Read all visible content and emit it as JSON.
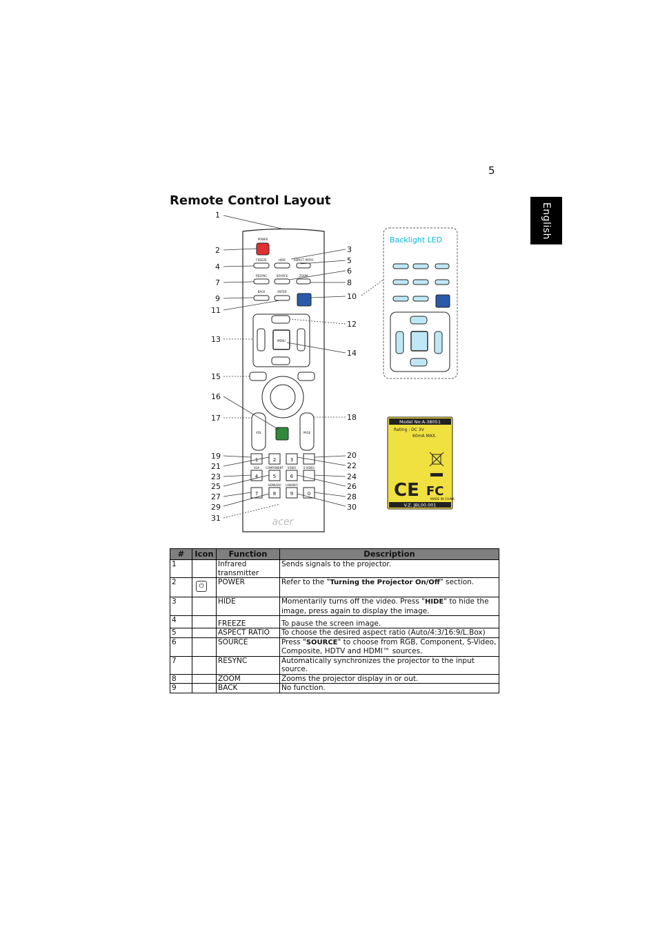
{
  "page": {
    "number": "5",
    "language_tab": "English",
    "title": "Remote Control Layout"
  },
  "figure": {
    "callouts": [
      "1",
      "2",
      "3",
      "4",
      "5",
      "6",
      "7",
      "8",
      "9",
      "10",
      "11",
      "12",
      "13",
      "14",
      "15",
      "16",
      "17",
      "18",
      "19",
      "20",
      "21",
      "22",
      "23",
      "24",
      "25",
      "26",
      "27",
      "28",
      "29",
      "30",
      "31"
    ],
    "remote_labels": {
      "power": "POWER",
      "freeze": "FREEZE",
      "hide": "HIDE",
      "aspect": "ASPECT RATIO",
      "resync": "RESYNC",
      "source": "SOURCE",
      "zoom": "ZOOM",
      "back": "BACK",
      "enter": "ENTER",
      "menu": "MENU",
      "vol": "VOL",
      "page": "PAGE",
      "keys": [
        "1",
        "2",
        "3",
        "4",
        "5",
        "6",
        "7",
        "8",
        "9",
        "0"
      ],
      "vga": "VGA",
      "component": "COMPONENT",
      "video": "VIDEO",
      "svideo": "S-VIDEO",
      "lanwifi": "LAN/WIFI",
      "hdmi": "HDMI/DVI",
      "brand": "acer"
    },
    "backlight_label": "Backlight LED",
    "label_plate": {
      "model": "Model No:A-38051",
      "rating": "Rating : DC 3V",
      "current": "60mA MAX.",
      "made": "MADE IN CHINA",
      "code": "V.Z. JBL00.001"
    }
  },
  "table": {
    "headers": [
      "#",
      "Icon",
      "Function",
      "Description"
    ],
    "rows": [
      {
        "num": "1",
        "function": "Infrared transmitter",
        "description": "Sends signals to the projector."
      },
      {
        "num": "2",
        "function": "POWER",
        "desc_pre": "Refer to the \"",
        "desc_bold": "Turning the Projector On/Off",
        "desc_post": "\" section."
      },
      {
        "num": "3",
        "function": "HIDE",
        "desc_pre": "Momentarily turns off the video. Press \"",
        "desc_bold": "HIDE",
        "desc_post": "\" to hide the image, press again to display the image."
      },
      {
        "num": "4",
        "function": "FREEZE",
        "description": "To pause the screen image."
      },
      {
        "num": "5",
        "function": "ASPECT RATIO",
        "description": "To choose the desired aspect ratio (Auto/4:3/16:9/L.Box)"
      },
      {
        "num": "6",
        "function": "SOURCE",
        "desc_pre": "Press \"",
        "desc_bold": "SOURCE",
        "desc_post": "\" to choose from RGB, Component, S-Video, Composite, HDTV and HDMI™ sources."
      },
      {
        "num": "7",
        "function": "RESYNC",
        "description": "Automatically synchronizes the projector to the input source."
      },
      {
        "num": "8",
        "function": "ZOOM",
        "description": "Zooms the projector display in or out."
      },
      {
        "num": "9",
        "function": "BACK",
        "description": "No function."
      }
    ]
  }
}
